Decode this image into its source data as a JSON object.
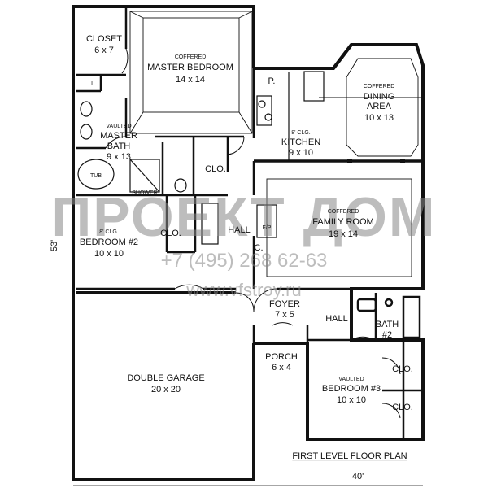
{
  "rooms": {
    "closet": {
      "name": "CLOSET",
      "dim": "6 x 7"
    },
    "master_bedroom": {
      "note": "COFFERED",
      "name": "MASTER BEDROOM",
      "dim": "14 x 14"
    },
    "master_bath": {
      "note": "VAULTED",
      "name1": "MASTER",
      "name2": "BATH",
      "dim": "9 x 13"
    },
    "tub": "TUB",
    "shower": "SHOWER",
    "linen": "L.",
    "clo_hall": "CLO.",
    "kitchen": {
      "note": "8' CLG.",
      "name": "KITCHEN",
      "dim": "9 x 10"
    },
    "pantry": "P.",
    "dining": {
      "note": "COFFERED",
      "name1": "DINING",
      "name2": "AREA",
      "dim": "10 x 13"
    },
    "family_room": {
      "note": "COFFERED",
      "name": "FAMILY ROOM",
      "dim": "19 x 14"
    },
    "fireplace": "F/P",
    "coat": "C.",
    "hall_upper": "HALL",
    "bedroom2": {
      "note": "8' CLG.",
      "name": "BEDROOM #2",
      "dim": "10 x 10"
    },
    "clo_b2": "CLO.",
    "foyer": {
      "name": "FOYER",
      "dim": "7 x 5"
    },
    "hall_lower": "HALL",
    "bath2": {
      "name": "BATH",
      "num": "#2"
    },
    "porch": {
      "name": "PORCH",
      "dim": "6 x 4"
    },
    "garage": {
      "name": "DOUBLE GARAGE",
      "dim": "20 x 20"
    },
    "bedroom3": {
      "note": "VAULTED",
      "name": "BEDROOM #3",
      "dim": "10 x 10"
    },
    "clo_b3a": "CLO.",
    "clo_b3b": "CLO."
  },
  "dimensions": {
    "depth": "53'",
    "width": "40'"
  },
  "caption": "FIRST LEVEL FLOOR PLAN",
  "watermark": {
    "brand": "ПРОЕКТ ДОМ",
    "phone": "+7 (495) 268 62-63",
    "url": "www.vfstroy.ru"
  },
  "colors": {
    "line": "#111111",
    "watermark": "#9a9a9a"
  }
}
